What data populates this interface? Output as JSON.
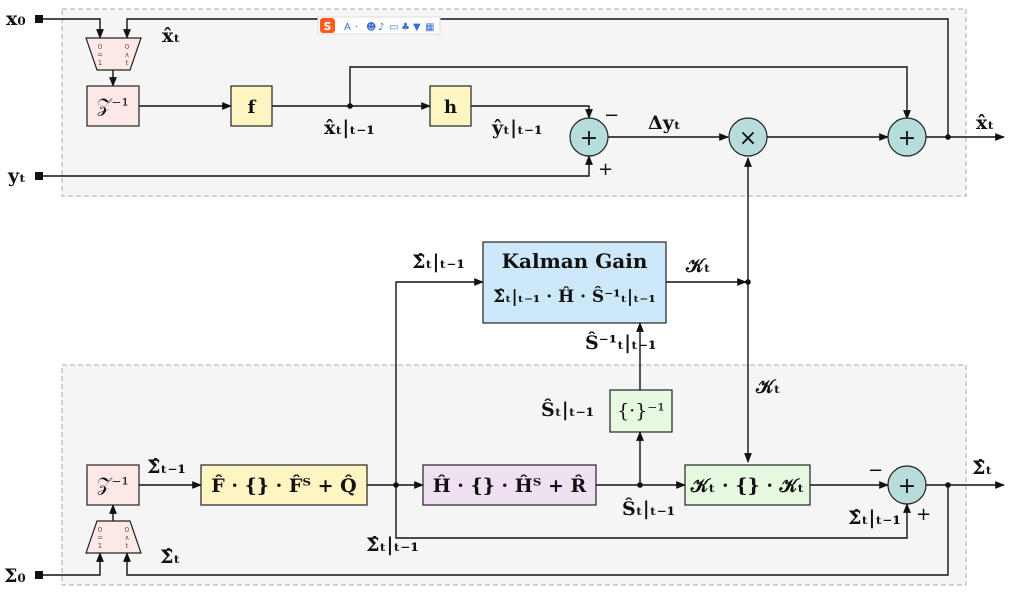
{
  "colors": {
    "region_fill": "#f5f5f5",
    "region_border": "#aaaaaa",
    "delay_fill": "#fde8e8",
    "model_fill": "#fff5c2",
    "kalman_fill": "#cde8f8",
    "inverse_fill": "#e6f8df",
    "measurement_cov_fill": "#efe0f2",
    "op_circle_fill": "#b7dcdc",
    "toolbar_accent": "#ff5a1f"
  },
  "toolbar": {
    "logo": "S",
    "items": [
      "A",
      "·",
      "☻",
      "♪",
      "▭",
      "♣",
      "▼",
      "▦"
    ]
  },
  "inputs": {
    "x0": "x₀",
    "yt": "yₜ",
    "sigma0": "Σ₀"
  },
  "top": {
    "switch_labels": [
      "0",
      "=",
      "1",
      "0",
      "∧",
      "t"
    ],
    "feedback_label": "x̂ₜ",
    "delay_label": "𝒵⁻¹",
    "f_label": "f",
    "h_label": "h",
    "x_pred_label": "x̂ₜ|ₜ₋₁",
    "y_pred_label": "ŷₜ|ₜ₋₁",
    "sum_symbol": "+",
    "minus_sign": "−",
    "plus_sign": "+",
    "dy_label": "Δyₜ",
    "times_symbol": "×",
    "output_label": "x̂ₜ"
  },
  "middle": {
    "kalman_title": "Kalman Gain",
    "kalman_formula": "Σ̂ₜ|ₜ₋₁ · Ĥ · Ŝ⁻¹ₜ|ₜ₋₁",
    "sigma_pred_in_label": "Σ̂ₜ|ₜ₋₁",
    "gain_label": "𝒦ₜ",
    "s_inv_label": "Ŝ⁻¹ₜ|ₜ₋₁",
    "gain_label_2": "𝒦ₜ"
  },
  "bottom": {
    "s_label": "Ŝₜ|ₜ₋₁",
    "inverse_label": "{·}⁻¹",
    "delay_label": "𝒵⁻¹",
    "sigma_prev_label": "Σ̂ₜ₋₁",
    "predict_cov_label": "F̂ · {} · F̂ᵀ + Q̂",
    "meas_cov_label": "Ĥ · {} · Ĥᵀ + R̂",
    "s_below_label": "Ŝₜ|ₜ₋₁",
    "gain_cov_label": "𝒦ₜ · {} · 𝒦ₜ",
    "minus_sign": "−",
    "sum_symbol": "+",
    "sigma_pred_in_label": "Σ̂ₜ|ₜ₋₁",
    "plus_sign": "+",
    "output_label": "Σ̂ₜ",
    "sigma_bus_label": "Σ̂ₜ|ₜ₋₁",
    "switch_labels": [
      "0",
      "=",
      "1",
      "0",
      "∧",
      "t"
    ],
    "feedback_label": "Σ̂ₜ"
  }
}
